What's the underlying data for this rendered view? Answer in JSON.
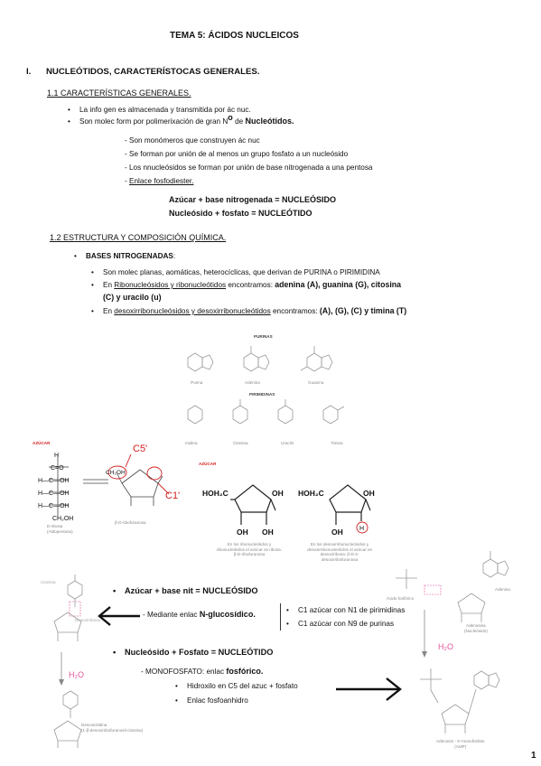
{
  "title": "TEMA 5: ÁCIDOS NUCLEICOS",
  "section1": {
    "number": "I.",
    "heading": "NUCLEÓTIDOS, CARACTERÍSTOCAS GENERALES.",
    "sub1": {
      "heading": "1.1 CARACTERÍSTICAS GENERALES.",
      "bullets": [
        "La info gen es almacenada y transmitida por ác nuc.",
        "Son molec form por polimerixación de gran N",
        "de",
        "Nucleótidos."
      ],
      "superscript": "o",
      "dashes": [
        "- Son monómeros que construyen ác nuc",
        "- Se forman por unión de al menos un grupo fosfato a un nucleósido",
        "- Los nnucleósidos se forman por unión de base nitrogenada a una pentosa",
        "-",
        "Enlace fosfodiester."
      ],
      "equations": [
        "Azúcar + base nitrogenada = NUCLEÓSIDO",
        "Nucleósido + fosfato = NUCLEÓTIDO"
      ]
    },
    "sub2": {
      "heading": "1.2 ESTRUCTURA Y COMPOSICIÓN QUÍMICA.",
      "bases_title": "BASES NITROGENADAS",
      "bases_colon": ":",
      "b1": "Son molec planas, aomáticas, heterocíclicas, que derivan de PURINA o PIRIMIDINA",
      "b2": {
        "pre": "En",
        "u1": "Ribonucleósidos y ribonucleótidos",
        "mid": "encontramos:",
        "bold": "adenina (A), guanina (G), citosina",
        "line2": "(C) y uracilo (u)"
      },
      "b3": {
        "pre": "En",
        "u1": "desoxirribonucleósidos y desoxirribonucleótidos",
        "mid": "encontramos:",
        "bold": "(A), (G), (C) y timina (T)"
      }
    }
  },
  "figure": {
    "purinas_label": "PURINAS",
    "pirimidinas_label": "PIRIMIDINAS",
    "purinas": [
      "Purina",
      "Adenina",
      "Guanina"
    ],
    "pirimidinas": [
      "midina",
      "Citosina",
      "Uracilo",
      "Timina"
    ],
    "azucar_left": "AZÚCAR",
    "azucar_right": "AZÚCAR",
    "c5": "C5'",
    "c1": "C1'",
    "ch2oh": "CH₂OH",
    "ribose_label1": "D-ribosa",
    "ribose_label2": "(Aldopentosa)",
    "ribofuranosa": "β-D-ribofuranosa",
    "hoh2c": "HOH₂C",
    "oh": "OH",
    "h": "H",
    "ribo_caption": "En los ribonucleótidos y ribonucleótidos el azúcar es ribosa: β-D-ribofuranosa",
    "desoxi_caption": "En los desoxirribonucleósidos y desoxirribonucleótidos el azúcar es desoxirribosa: β-D-2-desoxirribofuranosa"
  },
  "bottom": {
    "b1_title": "Azúcar + base nit = NUCLEÓSIDO",
    "b1_sub_pre": "- Mediante enlac",
    "b1_sub_bold": "N-glucosídico.",
    "b1_points": [
      "C1 azúcar con N1 de pirimidinas",
      "C1 azúcar con N9 de purinas"
    ],
    "b2_title": "Nucleósido + Fosfato = NUCLEÓTIDO",
    "b2_sub_pre": "- MONOFOSFATO: enlac",
    "b2_sub_bold": "fosfórico.",
    "b2_points": [
      "Hidroxilo en C5 del azuc + fosfato",
      "Enlac fosfoanhidro"
    ],
    "left_labels": {
      "citosina": "Citosina",
      "desoxirribosa": "Desoxirribosa",
      "h2o": "H₂O",
      "desoxicitidina": "Desoxicitidina",
      "desoxicitidina_full": "(1-β-desoxirribofuranosil-citosina)"
    },
    "right_labels": {
      "acido_fosforico": "Ácido fosfórico",
      "adenina": "Adenina",
      "adenosina": "Adenosina",
      "nucleosido": "(Nucleósido)",
      "h2o": "H₂O",
      "amp1": "Adenosin - 5'-monofosfato",
      "amp2": "(AMP)"
    },
    "page_number": "1"
  }
}
